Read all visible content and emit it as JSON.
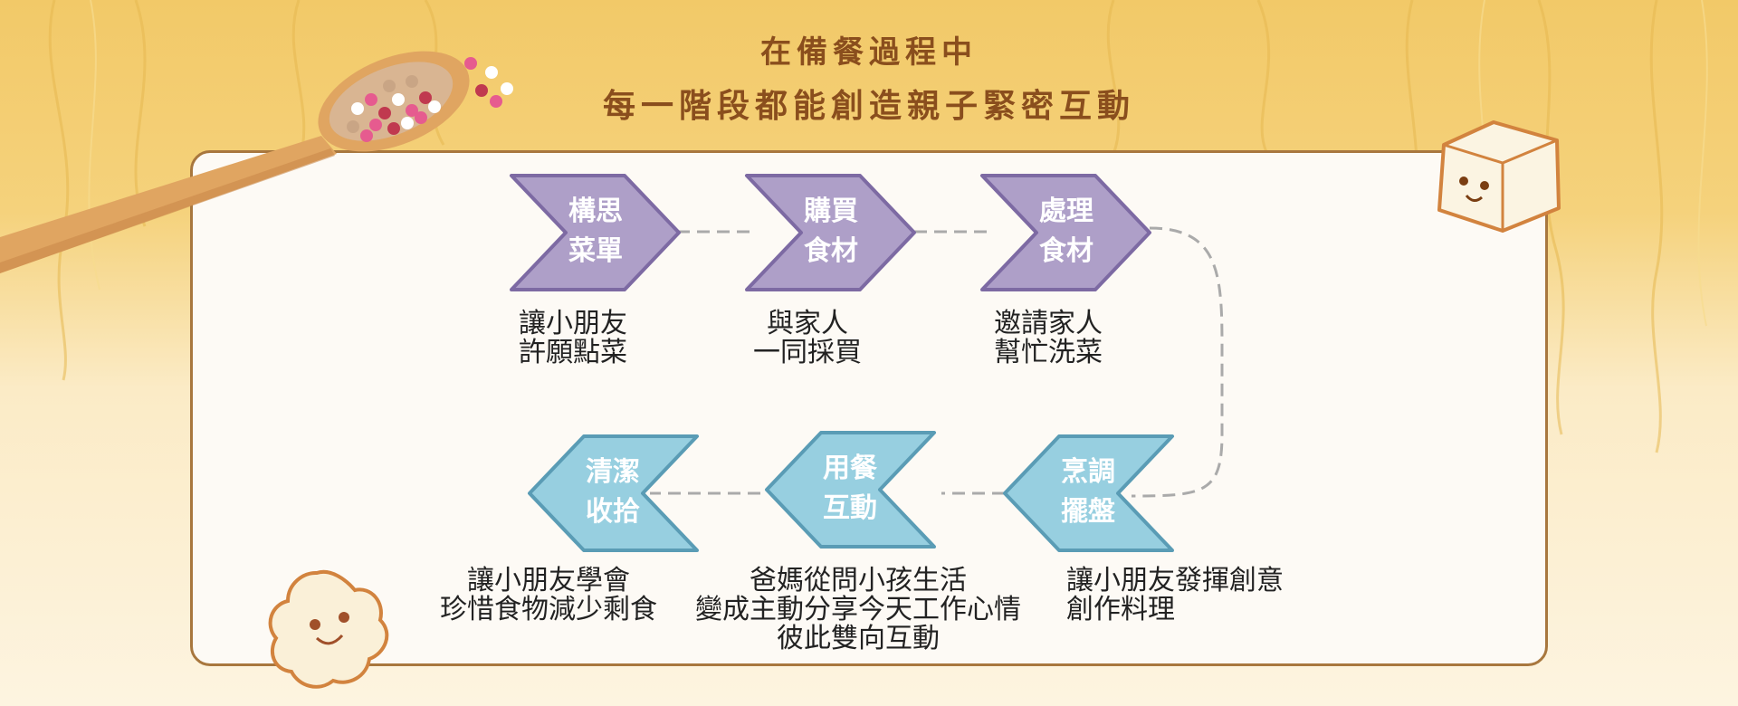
{
  "title": {
    "line1": "在備餐過程中",
    "line2": "每一階段都能創造親子緊密互動"
  },
  "steps": [
    {
      "line1": "構思",
      "line2": "菜單",
      "desc1": "讓小朋友",
      "desc2": "許願點菜",
      "desc3": ""
    },
    {
      "line1": "購買",
      "line2": "食材",
      "desc1": "與家人",
      "desc2": "一同採買",
      "desc3": ""
    },
    {
      "line1": "處理",
      "line2": "食材",
      "desc1": "邀請家人",
      "desc2": "幫忙洗菜",
      "desc3": ""
    },
    {
      "line1": "烹調",
      "line2": "擺盤",
      "desc1": "讓小朋友發揮創意",
      "desc2": "創作料理",
      "desc3": ""
    },
    {
      "line1": "用餐",
      "line2": "互動",
      "desc1": "爸媽從問小孩生活",
      "desc2": "變成主動分享今天工作心情",
      "desc3": "彼此雙向互動"
    },
    {
      "line1": "清潔",
      "line2": "收拾",
      "desc1": "讓小朋友學會",
      "desc2": "珍惜食物減少剩食",
      "desc3": ""
    }
  ],
  "colors": {
    "purple_fill": "#ae9fc8",
    "purple_stroke": "#7d6aa3",
    "blue_fill": "#97cfe0",
    "blue_stroke": "#5a9cb5",
    "connector": "#aaaaaa",
    "title": "#8a4e1d"
  }
}
